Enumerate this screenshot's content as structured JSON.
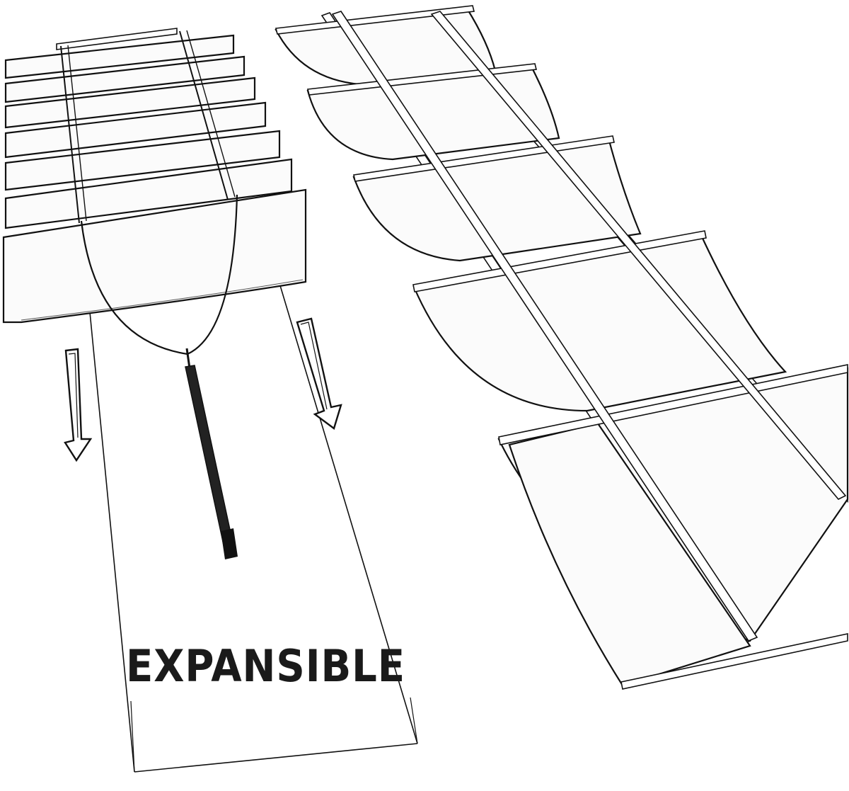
{
  "diagram": {
    "label": "EXPANSIBLE",
    "colors": {
      "ink": "#111111",
      "panel_fill": "#fbfbfb",
      "background": "#ffffff"
    },
    "left_group": {
      "state": "retracted",
      "panel_count": 7,
      "arrow_count": 2,
      "arrow_direction": "down"
    },
    "right_group": {
      "state": "extended",
      "panel_count": 6
    }
  }
}
